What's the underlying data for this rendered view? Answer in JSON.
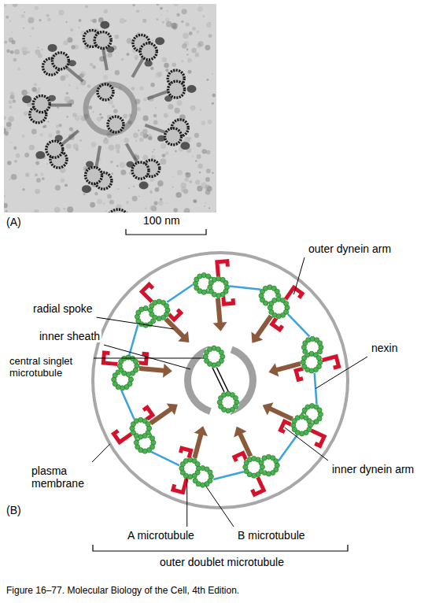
{
  "diagram": {
    "caption": "Figure 16–77. Molecular Biology of the Cell, 4th Edition.",
    "labels": [
      "(A)",
      "100 nm",
      "(B)",
      "outer dynein arm",
      "radial spoke",
      "inner sheath",
      "central singlet microtubule",
      "nexin",
      "plasma membrane",
      "inner dynein arm",
      "A microtubule",
      "B microtubule",
      "outer doublet microtubule"
    ]
  }
}
